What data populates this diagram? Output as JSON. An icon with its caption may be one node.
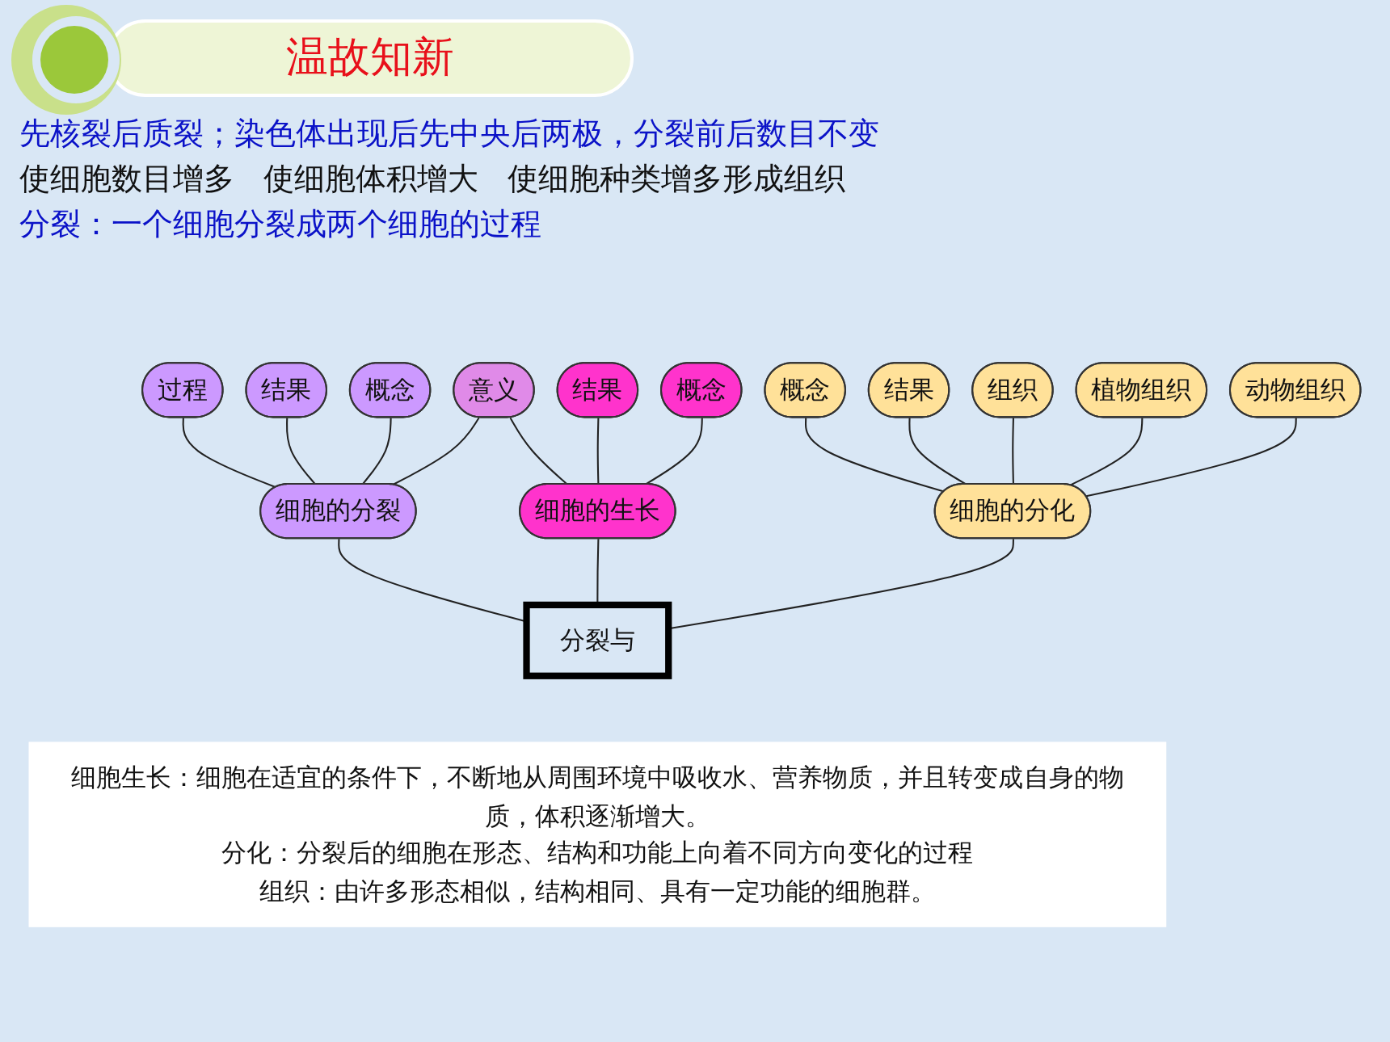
{
  "diagram": {
    "title": "温故知新",
    "nodes": [
      {
        "text": [
          "细胞的分裂"
        ]
      },
      {
        "text": [
          "过程"
        ]
      },
      {
        "text": [
          "结果"
        ]
      },
      {
        "text": [
          "概念"
        ]
      },
      {
        "text": [
          "意义"
        ]
      },
      {
        "text": [
          "细胞的生长"
        ]
      },
      {
        "text": [
          "结果"
        ]
      },
      {
        "text": [
          "概念"
        ]
      },
      {
        "text": [
          "细胞的分化"
        ]
      },
      {
        "text": [
          "概念"
        ]
      },
      {
        "text": [
          "结果"
        ]
      },
      {
        "text": [
          "组织"
        ]
      },
      {
        "text": [
          "植物组织"
        ]
      },
      {
        "text": [
          "动物组织"
        ]
      },
      {
        "text": [
          "分裂与"
        ]
      },
      {
        "text": [
          "细胞生长：细胞在适宜的条件下，不断地从周围环境中吸收水、营养物质，并且转变成自身的物质，体积逐渐增大。",
          "分化：分裂后的细胞在形态、结构和功能上向着不同方向变化的过程",
          "组织：由许多形态相似，结构相同、具有一定功能的细胞群。"
        ]
      }
    ],
    "edges": [
      {
        "from": 0,
        "to": 1,
        "arrow": "none"
      },
      {
        "from": 0,
        "to": 2,
        "arrow": "none"
      },
      {
        "from": 0,
        "to": 3,
        "arrow": "none"
      },
      {
        "from": 0,
        "to": 4,
        "arrow": "none"
      },
      {
        "from": 5,
        "to": 4,
        "arrow": "none"
      },
      {
        "from": 5,
        "to": 6,
        "arrow": "none"
      },
      {
        "from": 5,
        "to": 7,
        "arrow": "none"
      },
      {
        "from": 8,
        "to": 9,
        "arrow": "none"
      },
      {
        "from": 8,
        "to": 10,
        "arrow": "none"
      },
      {
        "from": 8,
        "to": 11,
        "arrow": "none"
      },
      {
        "from": 8,
        "to": 12,
        "arrow": "none"
      },
      {
        "from": 8,
        "to": 13,
        "arrow": "none"
      },
      {
        "from": 14,
        "to": 0,
        "arrow": "none"
      },
      {
        "from": 14,
        "to": 5,
        "arrow": "none"
      },
      {
        "from": 14,
        "to": 8,
        "arrow": "none"
      }
    ],
    "labels": [
      "先核裂后质裂；染色体出现后先中央后两极，分裂前后数目不变",
      "使细胞数目增多",
      "使细胞体积增大",
      "使细胞种类增多形成组织",
      "分裂：一个细胞分裂成两个细胞的过程"
    ]
  }
}
